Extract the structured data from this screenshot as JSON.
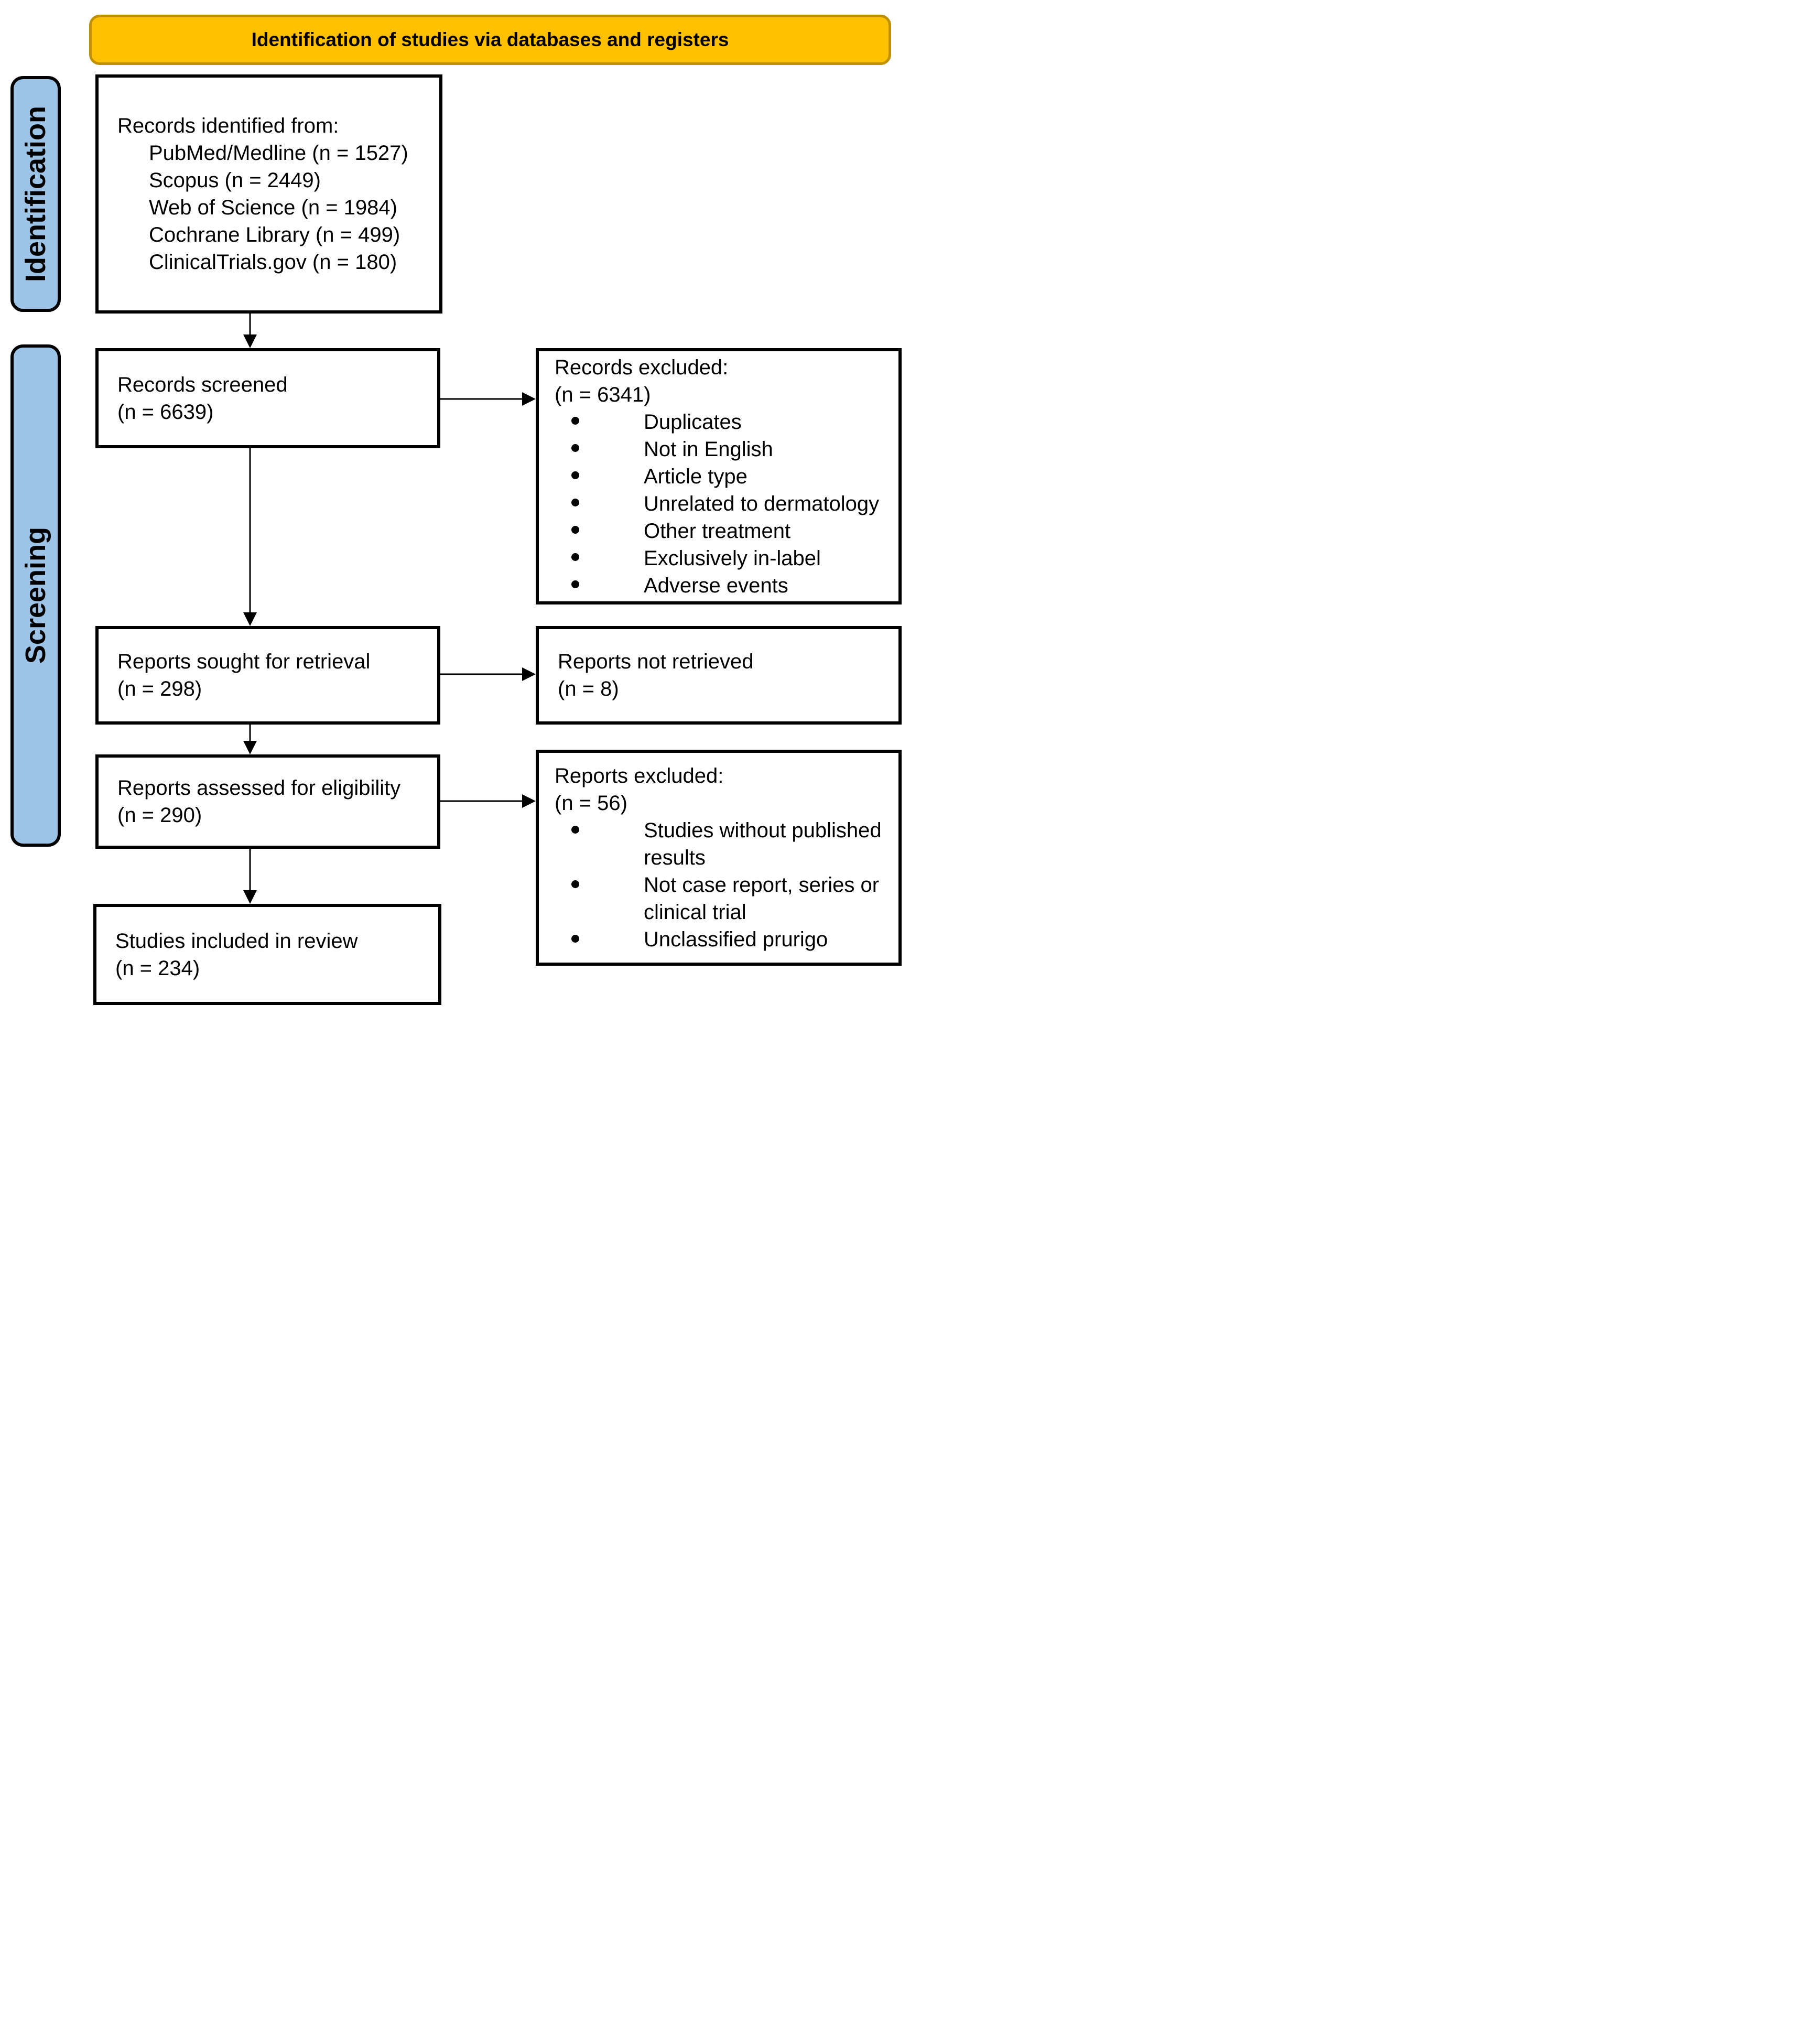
{
  "banner": {
    "title": "Identification of studies via databases and registers"
  },
  "stages": [
    {
      "label": "Identification"
    },
    {
      "label": "Screening"
    }
  ],
  "boxes": {
    "records_identified": {
      "title": "Records identified from:",
      "items": [
        "PubMed/Medline (n = 1527)",
        "Scopus (n = 2449)",
        "Web of Science (n = 1984)",
        "Cochrane Library (n = 499)",
        "ClinicalTrials.gov (n = 180)"
      ]
    },
    "records_screened": {
      "line1": "Records screened",
      "line2": "(n = 6639)"
    },
    "records_excluded": {
      "line1": "Records excluded:",
      "line2": "(n = 6341)",
      "bullets": [
        "Duplicates",
        "Not in English",
        "Article type",
        "Unrelated to dermatology",
        "Other treatment",
        "Exclusively in-label",
        "Adverse events"
      ]
    },
    "reports_sought": {
      "line1": "Reports sought for retrieval",
      "line2": "(n = 298)"
    },
    "reports_not_retrieved": {
      "line1": "Reports not retrieved",
      "line2": "(n = 8)"
    },
    "reports_assessed": {
      "line1": "Reports assessed for eligibility",
      "line2": "(n = 290)"
    },
    "reports_excluded": {
      "line1": "Reports excluded:",
      "line2": "(n = 56)",
      "bullets": [
        "Studies without published results",
        "Not case report, series or clinical trial",
        "Unclassified prurigo"
      ]
    },
    "studies_included": {
      "line1": "Studies included in review",
      "line2": "(n = 234)"
    }
  },
  "colors": {
    "banner_fill": "#FFC000",
    "banner_border": "#BF9000",
    "stage_fill": "#9DC3E6",
    "box_border": "#000000"
  }
}
